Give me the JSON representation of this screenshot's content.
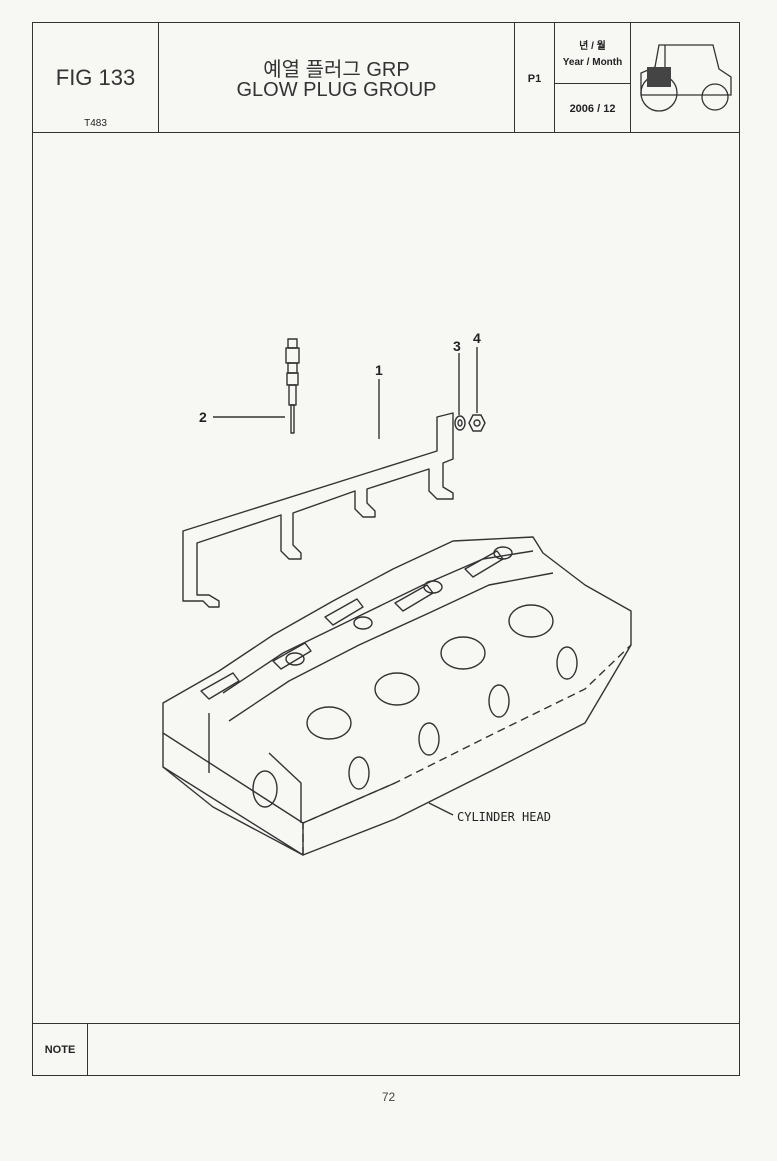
{
  "header": {
    "fig_label": "FIG 133",
    "model_code": "T483",
    "title_korean": "예열 플러그 GRP",
    "title_english": "GLOW PLUG GROUP",
    "page_code": "P1",
    "year_month_korean": "년 / 월",
    "year_month_english": "Year / Month",
    "date": "2006 / 12",
    "thumbnail_icon": "tractor-icon"
  },
  "diagram": {
    "callouts": [
      "1",
      "2",
      "3",
      "4"
    ],
    "part_label": "CYLINDER HEAD"
  },
  "footer": {
    "note_label": "NOTE",
    "note_text": "",
    "page_number": "72"
  }
}
